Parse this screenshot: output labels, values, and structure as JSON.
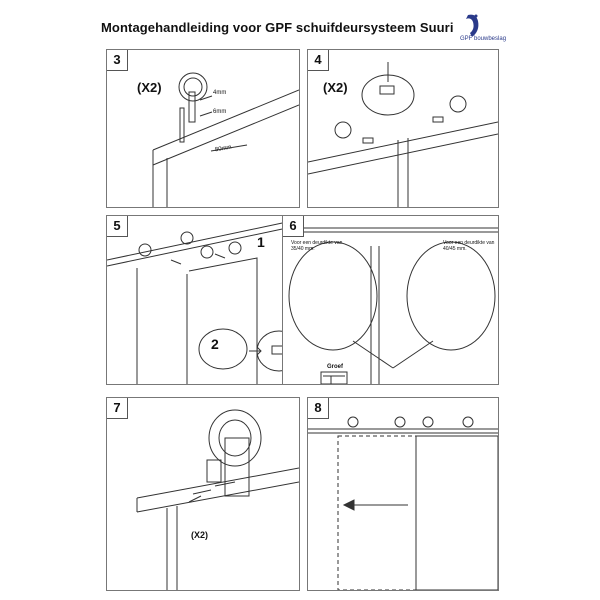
{
  "header": {
    "title": "Montagehandleiding voor GPF schuifdeursysteem Suuri",
    "logo_text": "GPF bouwbeslag"
  },
  "steps": {
    "s3": {
      "number": "3",
      "qty": "(X2)",
      "dim_4mm": "4mm",
      "dim_6mm": "6mm",
      "dim_80mm": "80mm"
    },
    "s4": {
      "number": "4",
      "qty": "(X2)"
    },
    "s5": {
      "number": "5",
      "label_1": "1",
      "label_2": "2"
    },
    "s6": {
      "number": "6",
      "note_left": "Voor een deurdikte van 35/40 mm.",
      "note_right": "Voor een deurdikte van 40/45 mm.",
      "groove_label": "Groef"
    },
    "s7": {
      "number": "7",
      "qty": "(X2)"
    },
    "s8": {
      "number": "8"
    }
  },
  "colors": {
    "line": "#333333",
    "panel_border": "#777777",
    "logo_blue": "#2a3a8a",
    "fill_grey": "#eeeeee"
  }
}
